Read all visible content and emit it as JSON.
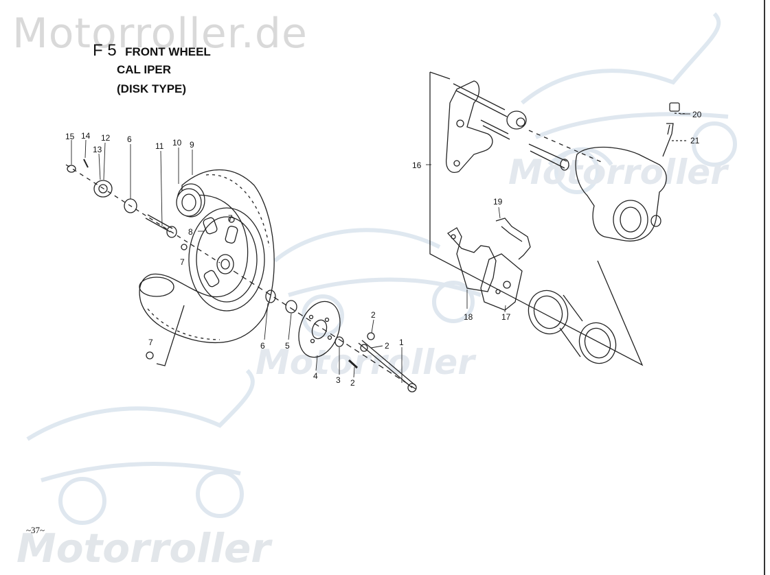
{
  "watermark": {
    "brand_top": "Motorroller.de",
    "brand_bottom": "Motorroller",
    "brand_suffix": ".de"
  },
  "heading": {
    "code": "F 5",
    "title": "FRONT WHEEL",
    "line2": "CAL IPER",
    "line3": "(DISK TYPE)"
  },
  "page_number": "~37~",
  "parts": {
    "p1": "1",
    "p2a": "2",
    "p2b": "2",
    "p2c": "2",
    "p3": "3",
    "p4": "4",
    "p5": "5",
    "p6a": "6",
    "p6b": "6",
    "p7a": "7",
    "p7b": "7",
    "p7c": "7",
    "p8": "8",
    "p9": "9",
    "p10": "10",
    "p11": "11",
    "p12": "12",
    "p13": "13",
    "p14": "14",
    "p15": "15",
    "p16": "16",
    "p17": "17",
    "p18": "18",
    "p19": "19",
    "p20": "20",
    "p21": "21"
  },
  "colors": {
    "line": "#222222",
    "watermark": "#dde4ec"
  }
}
